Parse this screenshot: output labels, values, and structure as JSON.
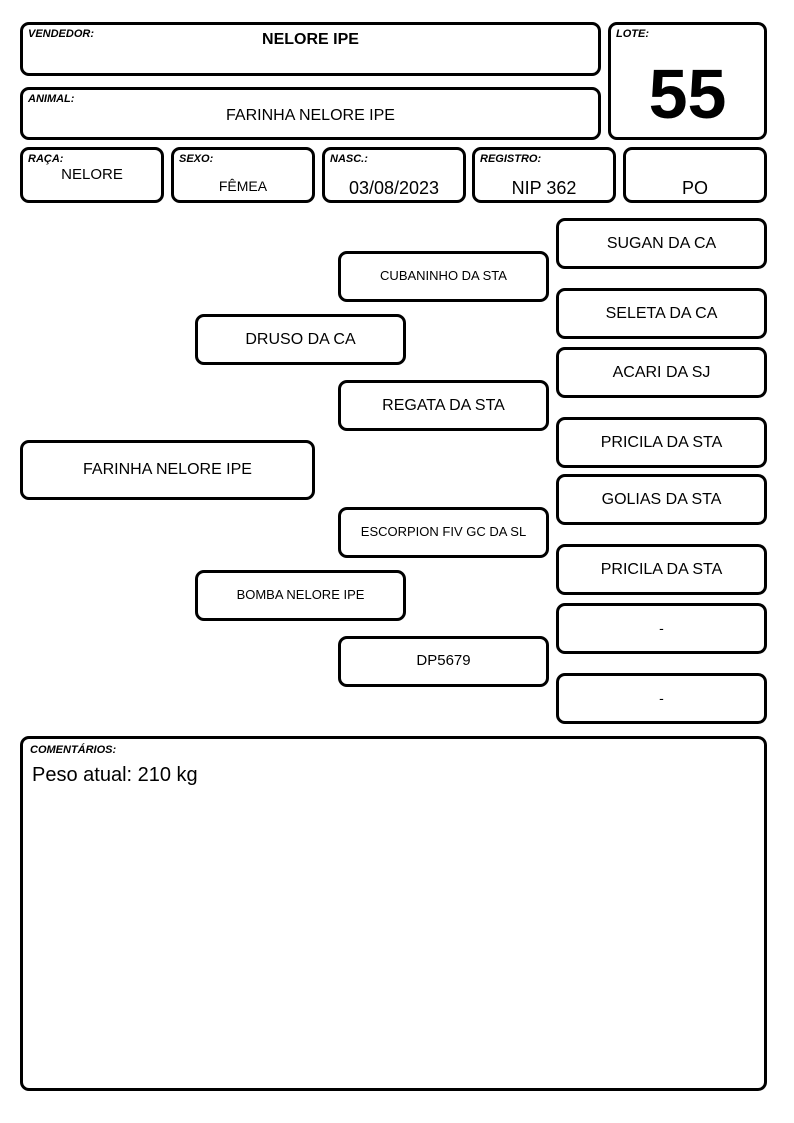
{
  "header": {
    "vendedor": {
      "label": "VENDEDOR:",
      "value": "NELORE IPE"
    },
    "lote": {
      "label": "LOTE:",
      "value": "55"
    },
    "animal": {
      "label": "ANIMAL:",
      "value": "FARINHA NELORE IPE"
    },
    "raca": {
      "label": "RAÇA:",
      "value": "NELORE"
    },
    "sexo": {
      "label": "SEXO:",
      "value": "FÊMEA"
    },
    "nasc": {
      "label": "NASC.:",
      "value": "03/08/2023"
    },
    "registro": {
      "label": "REGISTRO:",
      "value": "NIP 362"
    },
    "categoria": {
      "value": "PO"
    }
  },
  "pedigree": {
    "animal": "FARINHA NELORE IPE",
    "sire": "DRUSO DA CA",
    "dam": "BOMBA NELORE IPE",
    "paternal_grandsire": "CUBANINHO DA STA",
    "paternal_granddam": "REGATA DA STA",
    "maternal_grandsire": "ESCORPION FIV GC DA SL",
    "maternal_granddam": "DP5679",
    "great_grandparents": [
      "SUGAN DA CA",
      "SELETA DA CA",
      "ACARI DA SJ",
      "PRICILA DA STA",
      "GOLIAS DA STA",
      "PRICILA DA STA",
      "-",
      "-"
    ]
  },
  "comments": {
    "label": "COMENTÁRIOS:",
    "text": "Peso atual: 210 kg"
  }
}
